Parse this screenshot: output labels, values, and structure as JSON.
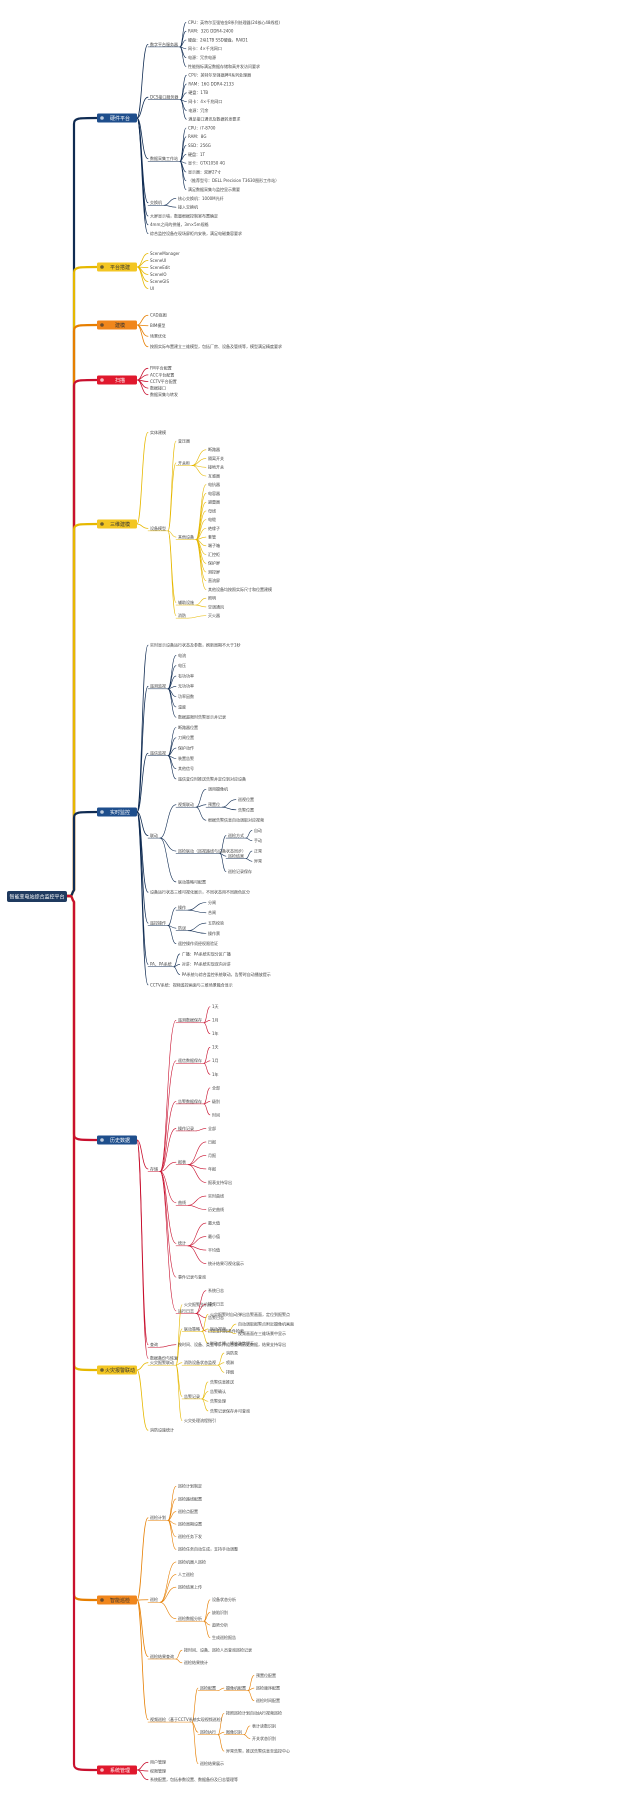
{
  "root": {
    "label": "智能变电站综合监控平台",
    "color": "#1f3a5f"
  },
  "branches": [
    {
      "key": "hardware",
      "label": "硬件平台",
      "fill": "#1e4e8c",
      "text": "#ffffff",
      "line": "#0f2b52",
      "children": [
        {
          "label": "数字平台服务器",
          "children": [
            {
              "label": "CPU：英特尔至强铂金8系列处理器(24核心48线程)"
            },
            {
              "label": "RAM：32G DDR4-2400"
            },
            {
              "label": "硬盘：2块1TB SSD硬盘，RAID1"
            },
            {
              "label": "网卡：4×千兆网口"
            },
            {
              "label": "电源：冗余电源"
            },
            {
              "label": "性能指标满足数据存储和高并发访问要求"
            }
          ]
        },
        {
          "label": "DCS接口服务器",
          "children": [
            {
              "label": "CPU：英特尔至强银牌4系列处理器"
            },
            {
              "label": "RAM：16G DDR4-2133"
            },
            {
              "label": "硬盘：1TB"
            },
            {
              "label": "网卡：4×千兆网口"
            },
            {
              "label": "电源：冗余"
            },
            {
              "label": "满足接口通讯及数据转发要求"
            }
          ]
        },
        {
          "label": "数据采集工作站",
          "children": [
            {
              "label": "CPU：i7-8700"
            },
            {
              "label": "RAM：8G"
            },
            {
              "label": "SSD：256G"
            },
            {
              "label": "硬盘：1T"
            },
            {
              "label": "显卡：GTX1050 4G"
            },
            {
              "label": "显示器：双屏27寸"
            },
            {
              "label": "（推荐型号：DELL Precision T3630图形工作站）"
            },
            {
              "label": "满足数据采集与监控显示需要"
            }
          ]
        },
        {
          "label": "交换机",
          "children": [
            {
              "label": "核心交换机：1000M光纤"
            },
            {
              "label": "接入交换机"
            }
          ]
        },
        {
          "label": "大屏显示墙，数量根据控制室布置确定"
        },
        {
          "label": "4mm之间的拼缝，3m×5m规格"
        },
        {
          "label": "综合监控设备在现场屏柜内安装，满足电磁兼容要求"
        }
      ]
    },
    {
      "key": "platform",
      "label": "平台搭建",
      "fill": "#f3c623",
      "text": "#333333",
      "line": "#e6b800",
      "children": [
        {
          "label": "SceneManager"
        },
        {
          "label": "SceneUI"
        },
        {
          "label": "SceneEdit"
        },
        {
          "label": "SceneIO"
        },
        {
          "label": "SceneGIS"
        },
        {
          "label": "UI"
        }
      ]
    },
    {
      "key": "cad",
      "label": "建模",
      "fill": "#f0861c",
      "text": "#333333",
      "line": "#e67e00",
      "children": [
        {
          "label": "CAD底图"
        },
        {
          "label": "BIM模型"
        },
        {
          "label": "场景优化"
        },
        {
          "label": "按照实际布置建立三维模型，包括厂房、设备及管线等，模型满足精度要求"
        }
      ]
    },
    {
      "key": "scan",
      "label": "扫描",
      "fill": "#e0182d",
      "text": "#ffffff",
      "line": "#c8102e",
      "children": [
        {
          "label": "FM平台配置"
        },
        {
          "label": "ACC平台配置"
        },
        {
          "label": "CCTV平台配置"
        },
        {
          "label": "数据接口"
        },
        {
          "label": "数据采集与转发"
        }
      ]
    },
    {
      "key": "threed",
      "label": "三维建模",
      "fill": "#f3c623",
      "text": "#333333",
      "line": "#e6b800",
      "children": [
        {
          "label": "实体建模"
        },
        {
          "label": "设备模型",
          "children": [
            {
              "label": "变压器"
            },
            {
              "label": "开关柜",
              "children": [
                {
                  "label": "断路器"
                },
                {
                  "label": "隔离开关"
                },
                {
                  "label": "接地开关"
                },
                {
                  "label": "互感器"
                }
              ]
            },
            {
              "label": "其他设备",
              "children": [
                {
                  "label": "电抗器"
                },
                {
                  "label": "电容器"
                },
                {
                  "label": "避雷器"
                },
                {
                  "label": "母线"
                },
                {
                  "label": "电缆"
                },
                {
                  "label": "绝缘子"
                },
                {
                  "label": "套管"
                },
                {
                  "label": "端子箱"
                },
                {
                  "label": "汇控柜"
                },
                {
                  "label": "保护屏"
                },
                {
                  "label": "测控屏"
                },
                {
                  "label": "直流屏"
                },
                {
                  "label": "其他设备均按照实际尺寸和位置建模"
                }
              ]
            },
            {
              "label": "辅助设施",
              "children": [
                {
                  "label": "照明"
                },
                {
                  "label": "空调通风"
                }
              ]
            },
            {
              "label": "消防",
              "children": [
                {
                  "label": "灭火器"
                }
              ]
            }
          ]
        }
      ]
    },
    {
      "key": "realtime",
      "label": "实时监控",
      "fill": "#1e4e8c",
      "text": "#ffffff",
      "line": "#0f2b52",
      "children": [
        {
          "label": "实时显示设备运行状态及参数，刷新周期不大于1秒"
        },
        {
          "label": "遥测监视",
          "children": [
            {
              "label": "电流"
            },
            {
              "label": "电压"
            },
            {
              "label": "有功功率"
            },
            {
              "label": "无功功率"
            },
            {
              "label": "功率因数"
            },
            {
              "label": "温度"
            },
            {
              "label": "数据超限时告警显示并记录"
            }
          ]
        },
        {
          "label": "遥信监视",
          "children": [
            {
              "label": "断路器位置"
            },
            {
              "label": "刀闸位置"
            },
            {
              "label": "保护动作"
            },
            {
              "label": "装置告警"
            },
            {
              "label": "其他信号"
            },
            {
              "label": "遥信变位时推送告警并定位到对应设备"
            }
          ]
        },
        {
          "label": "联动",
          "children": [
            {
              "label": "视频联动",
              "children": [
                {
                  "label": "调用摄像机"
                },
                {
                  "label": "预置位",
                  "children": [
                    {
                      "label": "巡视位置"
                    },
                    {
                      "label": "告警位置"
                    }
                  ]
                },
                {
                  "label": "根据告警信息自动调取对应视频"
                }
              ]
            },
            {
              "label": "巡检联动（巡视路线与设备状态同步）",
              "children": [
                {
                  "label": "巡检方式",
                  "children": [
                    {
                      "label": "自动"
                    },
                    {
                      "label": "手动"
                    }
                  ]
                },
                {
                  "label": "巡检结果",
                  "children": [
                    {
                      "label": "正常"
                    },
                    {
                      "label": "异常"
                    }
                  ]
                },
                {
                  "label": "巡检记录保存"
                }
              ]
            },
            {
              "label": "联动策略可配置"
            }
          ]
        },
        {
          "label": "设备运行状态三维可视化展示，不同状态用不同颜色区分"
        },
        {
          "label": "遥控操作",
          "children": [
            {
              "label": "操作",
              "children": [
                {
                  "label": "分闸"
                },
                {
                  "label": "合闸"
                }
              ]
            },
            {
              "label": "防误",
              "children": [
                {
                  "label": "五防校验"
                },
                {
                  "label": "操作票"
                }
              ]
            },
            {
              "label": "遥控操作须经权限验证"
            }
          ]
        },
        {
          "label": "PA、PA系统",
          "children": [
            {
              "label": "广播：PA系统实现分区广播"
            },
            {
              "label": "对讲：PA系统实现双向对讲"
            },
            {
              "label": "PA系统与综合监控系统联动，告警时自动播放提示"
            }
          ]
        },
        {
          "label": "CCTV系统：视频监控画面与三维场景融合显示"
        }
      ]
    },
    {
      "key": "history",
      "label": "历史数据",
      "fill": "#1e4e8c",
      "text": "#ffffff",
      "line": "#c8102e",
      "children": [
        {
          "label": "存储",
          "children": [
            {
              "label": "遥测数据保存",
              "children": [
                {
                  "label": "1天"
                },
                {
                  "label": "1月"
                },
                {
                  "label": "1年"
                }
              ]
            },
            {
              "label": "遥信数据保存",
              "children": [
                {
                  "label": "1天"
                },
                {
                  "label": "1月"
                },
                {
                  "label": "1年"
                }
              ]
            },
            {
              "label": "告警数据保存",
              "children": [
                {
                  "label": "全部"
                },
                {
                  "label": "级别"
                },
                {
                  "label": "时间"
                }
              ]
            },
            {
              "label": "操作记录",
              "children": [
                {
                  "label": "全部"
                }
              ]
            },
            {
              "label": "报表",
              "children": [
                {
                  "label": "日报"
                },
                {
                  "label": "月报"
                },
                {
                  "label": "年报"
                },
                {
                  "label": "报表支持导出"
                }
              ]
            },
            {
              "label": "曲线",
              "children": [
                {
                  "label": "实时曲线"
                },
                {
                  "label": "历史曲线"
                }
              ]
            },
            {
              "label": "统计",
              "children": [
                {
                  "label": "最大值"
                },
                {
                  "label": "最小值"
                },
                {
                  "label": "平均值"
                },
                {
                  "label": "统计结果可视化展示"
                }
              ]
            },
            {
              "label": "事件记录与查询"
            },
            {
              "label": "运行日志",
              "children": [
                {
                  "label": "系统日志"
                },
                {
                  "label": "操作日志"
                },
                {
                  "label": "告警日志"
                },
                {
                  "label": "日志支持按条件检索"
                }
              ]
            }
          ]
        },
        {
          "label": "查询",
          "children": [
            {
              "label": "按时间、设备、类型等条件组合查询历史数据，结果支持导出"
            }
          ]
        },
        {
          "label": "数据备份与恢复"
        }
      ]
    },
    {
      "key": "alarm",
      "label": "火灾报警联动",
      "fill": "#f3c623",
      "text": "#333333",
      "line": "#e6b800",
      "children": [
        {
          "label": "火灾报警联动",
          "children": [
            {
              "label": "火灾报警主机接入"
            },
            {
              "label": "联动策略",
              "children": [
                {
                  "label": "火灾报警时自动弹出告警画面，定位到报警点"
                },
                {
                  "label": "联动视频",
                  "children": [
                    {
                      "label": "自动调取报警点附近摄像机画面"
                    },
                    {
                      "label": "视频画面在三维场景中显示"
                    }
                  ]
                },
                {
                  "label": "联动广播，播放疏散提示"
                }
              ]
            },
            {
              "label": "消防设备状态监视",
              "children": [
                {
                  "label": "消防泵"
                },
                {
                  "label": "喷淋"
                },
                {
                  "label": "排烟"
                }
              ]
            },
            {
              "label": "告警记录",
              "children": [
                {
                  "label": "告警信息推送"
                },
                {
                  "label": "告警确认"
                },
                {
                  "label": "告警处理"
                },
                {
                  "label": "告警记录保存并可查询"
                }
              ]
            },
            {
              "label": "火灾处理流程指引"
            }
          ]
        },
        {
          "label": "消防设施统计"
        }
      ]
    },
    {
      "key": "inspect",
      "label": "智能巡检",
      "fill": "#f0861c",
      "text": "#333333",
      "line": "#e67e00",
      "children": [
        {
          "label": "巡检计划",
          "children": [
            {
              "label": "巡检计划制定"
            },
            {
              "label": "巡检路线配置"
            },
            {
              "label": "巡检点配置"
            },
            {
              "label": "巡检周期设置"
            },
            {
              "label": "巡检任务下发"
            },
            {
              "label": "巡检任务自动生成，支持手动调整"
            }
          ]
        },
        {
          "label": "巡检",
          "children": [
            {
              "label": "巡检机器人巡检"
            },
            {
              "label": "人工巡检"
            },
            {
              "label": "巡检结果上传"
            },
            {
              "label": "巡检数据分析",
              "children": [
                {
                  "label": "设备状态分析"
                },
                {
                  "label": "缺陷识别"
                },
                {
                  "label": "趋势分析"
                },
                {
                  "label": "生成巡检报告"
                }
              ]
            }
          ]
        },
        {
          "label": "巡检结果查询",
          "children": [
            {
              "label": "按时间、设备、巡检人员查询巡检记录"
            },
            {
              "label": "巡检结果统计"
            }
          ]
        },
        {
          "label": "视频巡检（基于CCTV系统实现视频巡检）",
          "children": [
            {
              "label": "巡检配置",
              "children": [
                {
                  "label": "摄像机配置",
                  "children": [
                    {
                      "label": "预置位配置"
                    },
                    {
                      "label": "巡检顺序配置"
                    },
                    {
                      "label": "巡检时间配置"
                    }
                  ]
                }
              ]
            },
            {
              "label": "巡检执行",
              "children": [
                {
                  "label": "按照巡检计划自动执行视频巡检"
                },
                {
                  "label": "图像识别",
                  "children": [
                    {
                      "label": "表计读数识别"
                    },
                    {
                      "label": "开关状态识别"
                    }
                  ]
                },
                {
                  "label": "异常告警，推送告警信息至监控中心"
                }
              ]
            },
            {
              "label": "巡检结果展示"
            }
          ]
        }
      ]
    },
    {
      "key": "system",
      "label": "系统管理",
      "fill": "#e0182d",
      "text": "#ffffff",
      "line": "#c8102e",
      "children": [
        {
          "label": "用户管理"
        },
        {
          "label": "权限管理"
        },
        {
          "label": "系统配置，包括参数设置、数据备份及日志管理等"
        }
      ]
    }
  ]
}
